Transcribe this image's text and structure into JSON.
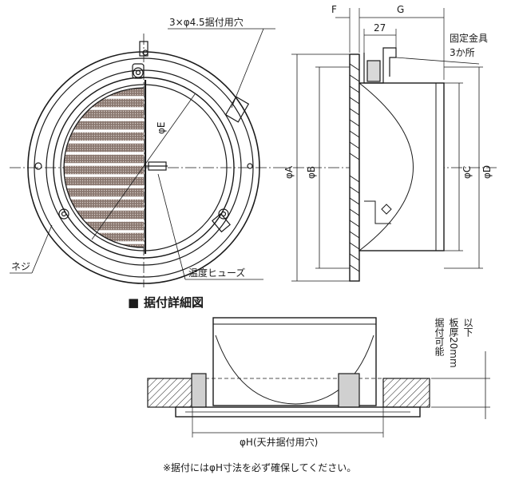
{
  "front_view": {
    "hole_callout": "3×φ4.5据付用穴",
    "dim_e": "φE",
    "screw_label": "ネジ",
    "fuse_label": "温度ヒューズ"
  },
  "side_view": {
    "dim_f": "F",
    "dim_g": "G",
    "dim_27": "27",
    "bracket_label_line1": "固定金具",
    "bracket_label_line2": "3か所",
    "dim_a": "φA",
    "dim_b": "φB",
    "dim_c": "φC",
    "dim_d": "φD"
  },
  "install_detail": {
    "title_marker": "■",
    "title": "据付詳細図",
    "dim_h": "φH(天井据付用穴)",
    "side_note_line1": "据付可能",
    "side_note_line2": "板厚20mm",
    "side_note_line3": "以下"
  },
  "footnote": "※据付にはφH寸法を必ず確保してください。",
  "colors": {
    "line": "#1a1a1a",
    "fill_gray": "#c8c8c8",
    "dark_fill": "#7a6a62"
  }
}
